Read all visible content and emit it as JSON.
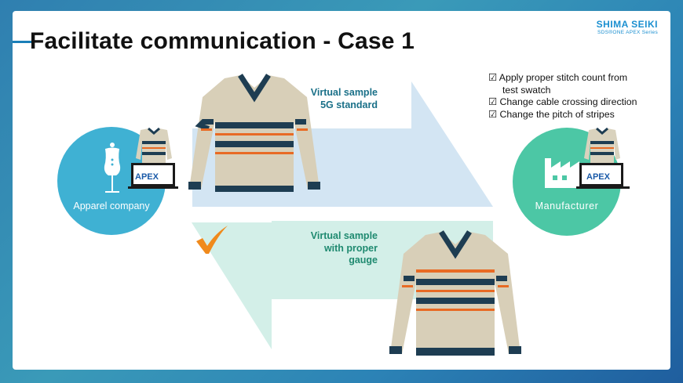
{
  "slide": {
    "title": "Facilitate communication - Case 1",
    "logo_brand": "SHIMA SEIKI",
    "logo_sub": "SDS®ONE APEX Series"
  },
  "checklist": {
    "items": [
      {
        "check": "☑",
        "line1": "Apply proper stitch count from",
        "line2": "test swatch"
      },
      {
        "check": "☑",
        "line1": "Change cable crossing direction"
      },
      {
        "check": "☑",
        "line1": "Change the pitch of stripes"
      }
    ]
  },
  "flow_top": {
    "line1": "Virtual sample",
    "line2": "5G standard"
  },
  "flow_bottom": {
    "line1": "Virtual sample",
    "line2": "with proper",
    "line3": "gauge"
  },
  "left_party": {
    "label": "Apparel company",
    "apex_label": "APEX",
    "icon": "dress-form-icon"
  },
  "right_party": {
    "label": "Manufacturer",
    "apex_label": "APEX",
    "icon": "factory-icon"
  },
  "colors": {
    "left_circle": "#3fb1d3",
    "right_circle": "#4cc7a5",
    "top_arrow": "#d3e5f3",
    "bottom_arrow": "#d3efe8",
    "check_mark": "#f08a1c"
  }
}
